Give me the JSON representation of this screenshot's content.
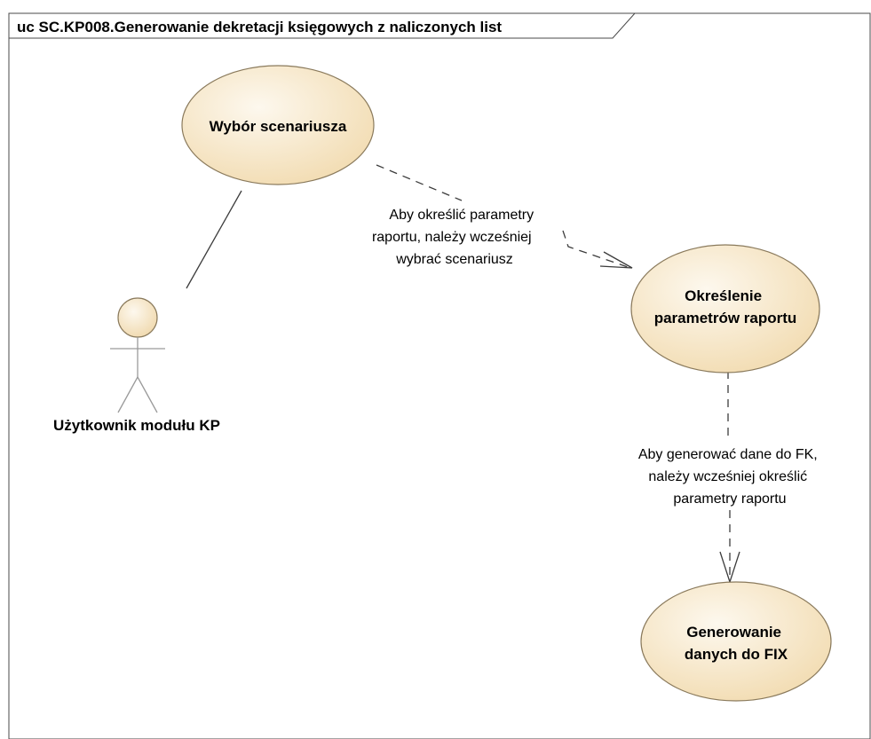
{
  "frame": {
    "title": "uc SC.KP008.Generowanie dekretacji księgowych z naliczonych list"
  },
  "use_cases": [
    {
      "lines": [
        "Wybór scenariusza"
      ]
    },
    {
      "lines": [
        "Określenie",
        "parametrów raportu"
      ]
    },
    {
      "lines": [
        "Generowanie",
        "danych do FIX"
      ]
    }
  ],
  "actor": {
    "name": "Użytkownik modułu KP"
  },
  "dependencies": [
    {
      "lines": [
        "Aby określić parametry",
        "raportu, należy wcześniej",
        "wybrać scenariusz"
      ]
    },
    {
      "lines": [
        "Aby generować dane do FK,",
        "należy wcześniej określić",
        "parametry raportu"
      ]
    }
  ],
  "colors": {
    "usecase_fill_light": "#fdf6e8",
    "usecase_fill_dark": "#f3dfb8",
    "usecase_stroke": "#8a7a5c",
    "line": "#3c3c3c",
    "frame_stroke": "#4a4a4a"
  }
}
